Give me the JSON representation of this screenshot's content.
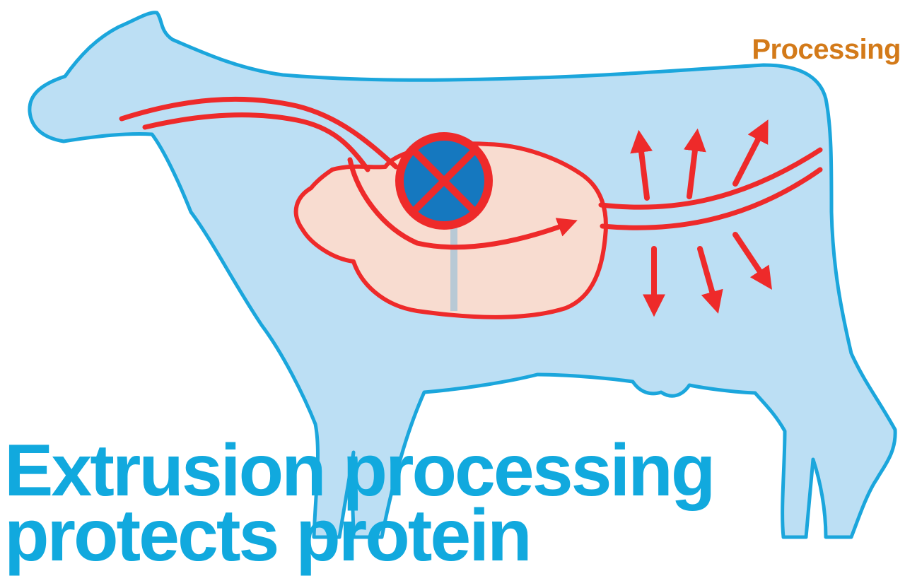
{
  "section_label": "Processing",
  "headline": {
    "line1": "Extrusion processing",
    "line2": "protects protein"
  },
  "colors": {
    "cow_fill": "#bcdff4",
    "cow_outline": "#1ba6dc",
    "digestive_tract": "#ee2a2a",
    "rumen_fill": "#f8dcd0",
    "stop_sign_blue": "#1578bf",
    "headline": "#11a9de",
    "section_label": "#d37a19"
  }
}
